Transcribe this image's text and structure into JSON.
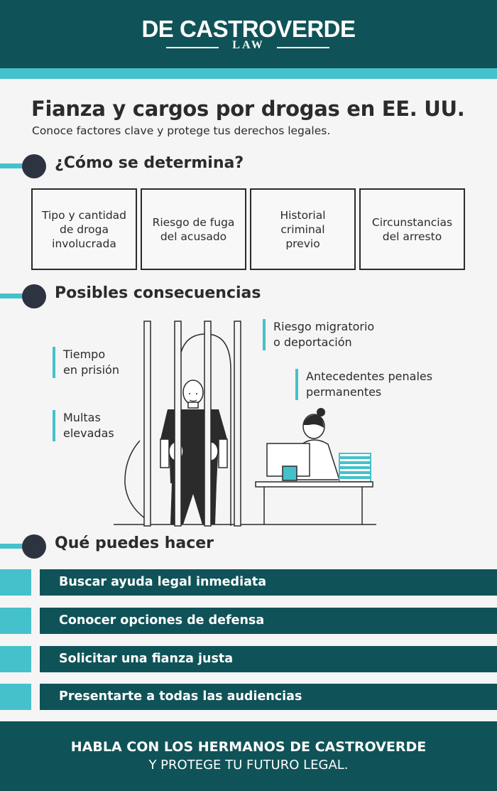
{
  "header": {
    "logo_main": "DE CASTROVERDE",
    "logo_sub": "LAW"
  },
  "title": "Fianza y cargos por drogas en EE. UU.",
  "subtitle": "Conoce factores clave y protege tus derechos legales.",
  "sections": {
    "determine": "¿Cómo se determina?",
    "consequences": "Posibles consecuencias",
    "actions": "Qué puedes hacer"
  },
  "factors": [
    "Tipo y cantidad de droga involucrada",
    "Riesgo de fuga del acusado",
    "Historial criminal previo",
    "Circunstancias del arresto"
  ],
  "consequences": {
    "prison": [
      "Tiempo",
      "en prisión"
    ],
    "fines": [
      "Multas",
      "elevadas"
    ],
    "migration": [
      "Riesgo migratorio",
      "o deportación"
    ],
    "record": [
      "Antecedentes penales",
      "permanentes"
    ]
  },
  "actions": [
    "Buscar ayuda legal inmediata",
    "Conocer opciones de defensa",
    "Solicitar una fianza justa",
    "Presentarte a todas las audiencias"
  ],
  "footer": {
    "line1": "HABLA CON LOS HERMANOS DE CASTROVERDE",
    "line2": "Y PROTEGE TU FUTURO LEGAL."
  },
  "colors": {
    "primary": "#0f5358",
    "accent": "#45c1cb",
    "dark": "#2d3340"
  }
}
